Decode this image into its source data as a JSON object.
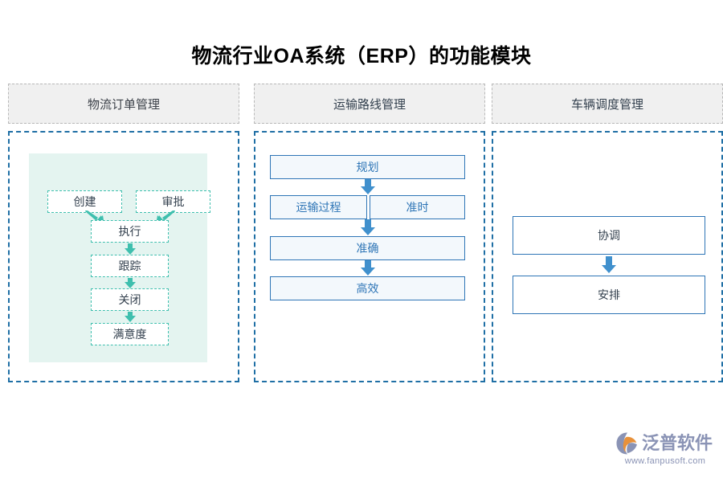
{
  "title": "物流行业OA系统（ERP）的功能模块",
  "colors": {
    "teal": "#3fbfae",
    "teal_panel_bg": "#e4f4f0",
    "blue": "#2e75b6",
    "blue_dashed_border": "#1f6fa5",
    "header_bg": "#f0f0f0",
    "header_border": "#b8b8b8",
    "text_dark": "#33404e",
    "logo": "#8a93b5",
    "logo_accent": "#e8913a"
  },
  "columns": [
    {
      "header": "物流订单管理",
      "nodes": [
        {
          "label": "创建"
        },
        {
          "label": "审批"
        },
        {
          "label": "执行"
        },
        {
          "label": "跟踪"
        },
        {
          "label": "关闭"
        },
        {
          "label": "满意度"
        }
      ]
    },
    {
      "header": "运输路线管理",
      "nodes": [
        {
          "label": "规划"
        },
        {
          "label": "运输过程"
        },
        {
          "label": "准时"
        },
        {
          "label": "准确"
        },
        {
          "label": "高效"
        }
      ]
    },
    {
      "header": "车辆调度管理",
      "nodes": [
        {
          "label": "协调"
        },
        {
          "label": "安排"
        }
      ]
    }
  ],
  "logo": {
    "name": "泛普软件",
    "url": "www.fanpusoft.com"
  }
}
